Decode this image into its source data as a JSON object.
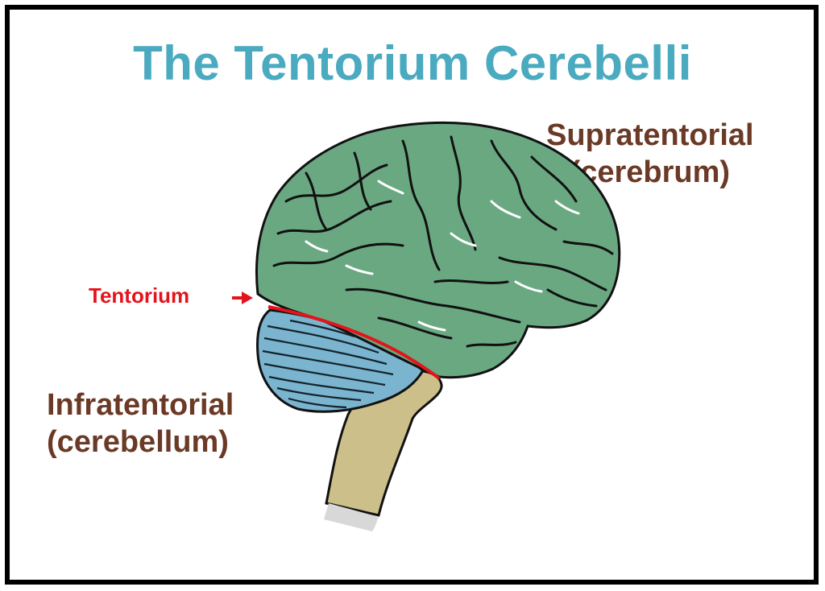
{
  "title": "The Tentorium Cerebelli",
  "labels": {
    "supratentorial_line1": "Supratentorial",
    "supratentorial_line2": "(cerebrum)",
    "infratentorial_line1": "Infratentorial",
    "infratentorial_line2": "(cerebellum)",
    "tentorium": "Tentorium"
  },
  "colors": {
    "title": "#4aaabf",
    "label": "#6b3a26",
    "tentorium": "#e3141b",
    "cerebrum": "#6aa882",
    "cerebellum": "#7ab4cf",
    "brainstem": "#cdbf8a",
    "outline": "#111111"
  }
}
